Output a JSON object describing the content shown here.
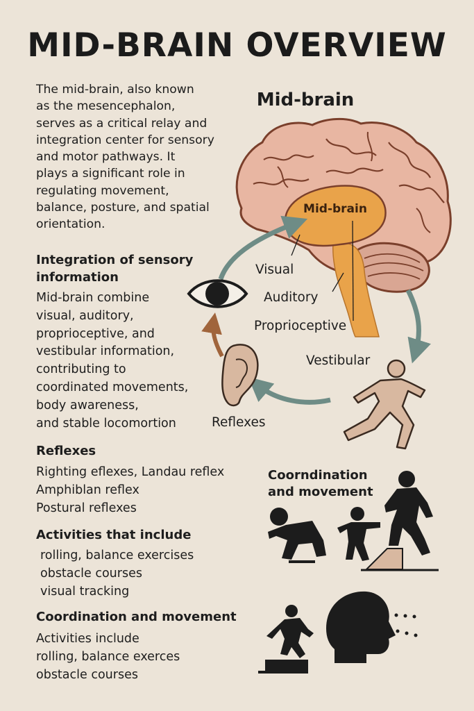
{
  "title": "MID-BRAIN OVERVIEW",
  "intro": [
    "The mid-brain, also known",
    "as the mesencephalon,",
    "serves as a critical relay and",
    "integration center for sensory",
    "and motor pathways. It",
    "plays a significant role in",
    "regulating movement,",
    "balance, posture, and spatial",
    "orientation."
  ],
  "sections": {
    "integration": {
      "heading": [
        "Integration of sensory",
        "information"
      ],
      "body": [
        "Mid-brain combine",
        "visual, auditory,",
        "proprioceptive, and",
        "vestibular information,",
        "contributing to",
        "coordinated movements,",
        "body awareness,",
        "and stable locomortion"
      ]
    },
    "reflexes": {
      "heading": "Reflexes",
      "items": [
        "Righting eflexes, Landau reflex",
        "Amphiblan reflex",
        "Postural reflexes"
      ]
    },
    "activities": {
      "heading": "Activities that include",
      "items": [
        "rolling, balance exercises",
        "obstacle courses",
        "visual tracking"
      ]
    },
    "coordination": {
      "heading": "Coordination and movement",
      "items": [
        "Activities include",
        "rolling, balance exerces",
        "obstacle courses"
      ]
    }
  },
  "diagram": {
    "title": "Mid-brain",
    "midbrain_label": "Mid-brain",
    "labels": {
      "visual": "Visual",
      "auditory": "Auditory",
      "proprioceptive": "Proprioceptive",
      "vestibular": "Vestibular",
      "reflexes": "Reflexes"
    },
    "coordination_heading": [
      "Coorndination",
      "and movement"
    ]
  },
  "colors": {
    "background": "#ece4d8",
    "brain": "#e8b6a2",
    "brain_outline": "#7a3f2b",
    "midbrain": "#e9a34a",
    "cerebellum": "#d9a693",
    "arrow_teal": "#6e8c86",
    "arrow_brown": "#a0643b",
    "skin": "#d8b8a0",
    "silhouette": "#1c1c1c"
  },
  "icons": [
    "eye-icon",
    "ear-icon",
    "walking-person-icon",
    "crouching-person-icon",
    "climbing-person-icon",
    "stair-climber-icon",
    "head-profile-icon"
  ]
}
